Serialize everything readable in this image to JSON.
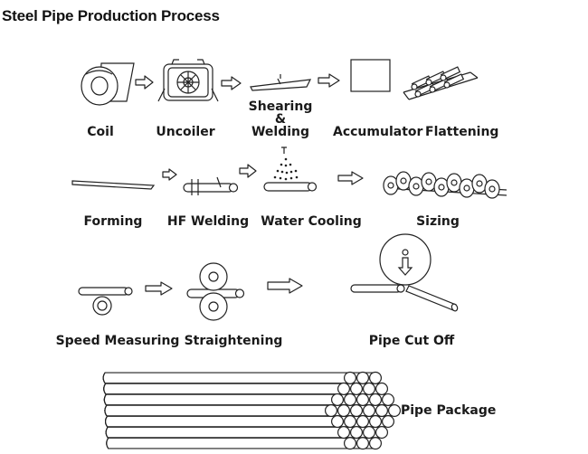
{
  "title": "Steel Pipe Production Process",
  "steps": {
    "coil": "Coil",
    "uncoiler": "Uncoiler",
    "shearing": "Shearing",
    "amp": "&",
    "welding": "Welding",
    "accumulator": "Accumulator",
    "flattening": "Flattening",
    "forming": "Forming",
    "hf_welding": "HF Welding",
    "water_cooling": "Water Cooling",
    "sizing": "Sizing",
    "speed_measuring": "Speed Measuring",
    "straightening": "Straightening",
    "pipe_cut_off": "Pipe Cut Off",
    "pipe_package": "Pipe Package"
  },
  "icons": [
    "coil-icon",
    "uncoiler-icon",
    "shearing-welding-icon",
    "accumulator-icon",
    "flattening-icon",
    "forming-icon",
    "hf-welding-icon",
    "water-cooling-icon",
    "sizing-icon",
    "speed-measuring-icon",
    "straightening-icon",
    "pipe-cut-off-icon",
    "pipe-package-icon",
    "flow-arrow-icon"
  ]
}
